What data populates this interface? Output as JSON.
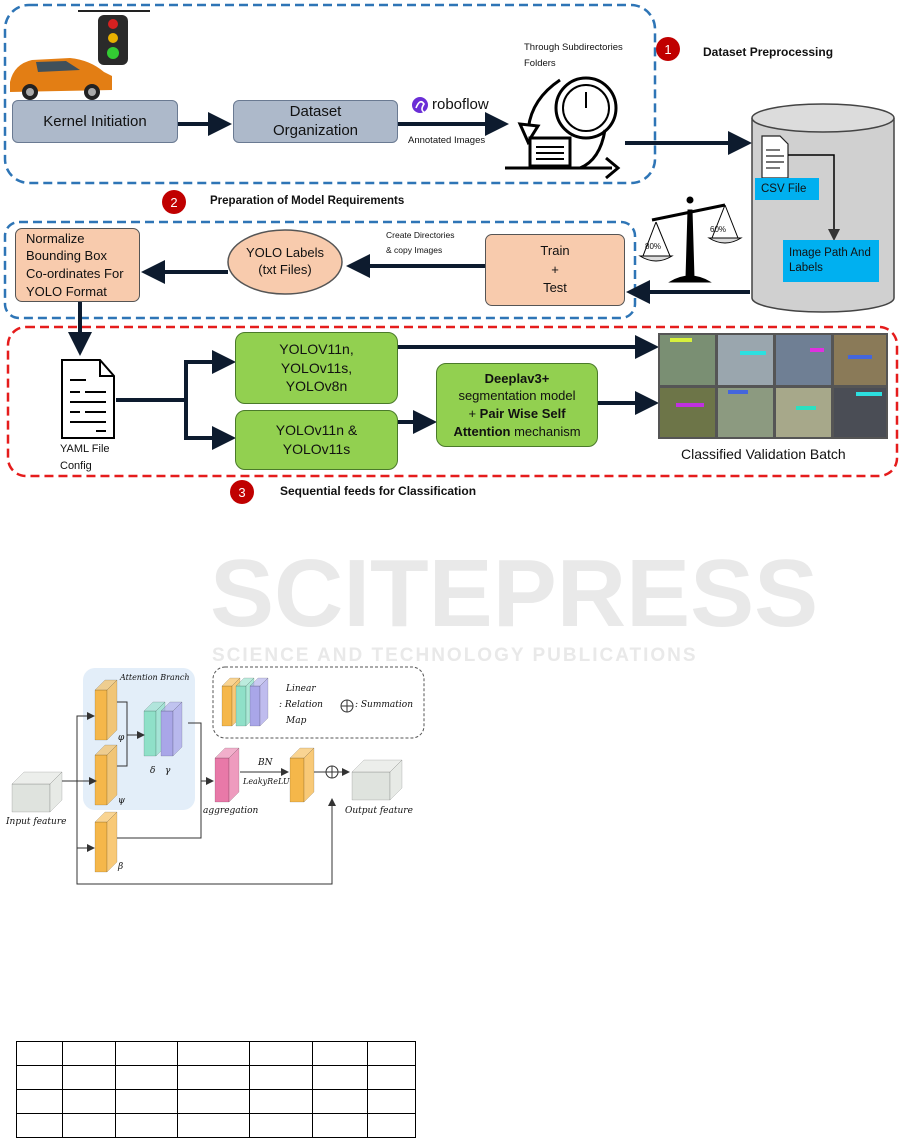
{
  "watermark": {
    "title": "SCITEPRESS",
    "subtitle": "SCIENCE AND TECHNOLOGY PUBLICATIONS"
  },
  "pipeline": {
    "stage1": {
      "number": "1",
      "title": "Dataset Preprocessing"
    },
    "stage2": {
      "number": "2",
      "title": "Preparation of Model Requirements"
    },
    "stage3": {
      "number": "3",
      "title": "Sequential feeds for Classification"
    },
    "kernel": "Kernel Initiation",
    "dataset_org_line1": "Dataset",
    "dataset_org_line2": "Organization",
    "roboflow": "roboflow",
    "annotated": "Annotated Images",
    "subdirs_line1": "Through Subdirectories",
    "subdirs_line2": "Folders",
    "csv": "CSV File",
    "image_path": "Image Path And Labels",
    "scale_left": "80%",
    "scale_right": "60%",
    "train_test": [
      "Train",
      "+",
      "Test"
    ],
    "create_dirs_line1": "Create Directories",
    "create_dirs_line2": "& copy Images",
    "yolo_labels_line1": "YOLO Labels",
    "yolo_labels_line2": "(txt Files)",
    "normalize": [
      "Normalize",
      "Bounding Box",
      "Co-ordinates For",
      "YOLO Format"
    ],
    "yaml_line1": "YAML File",
    "yaml_line2": "Config",
    "models_a": [
      "YOLOV11n,",
      "YOLOv11s,",
      "YOLOv8n"
    ],
    "models_b": [
      "YOLOv11n &",
      "YOLOv11s"
    ],
    "deeplab": {
      "bold1": "Deeplav3+",
      "line2": "segmentation model",
      "plus": "+ ",
      "bold3": "Pair Wise Self",
      "bold4": "Attention",
      "rest4": " mechanism"
    },
    "validation": "Classified Validation Batch"
  },
  "attention": {
    "branch": "Attention Branch",
    "phi": "φ",
    "psi": "ψ",
    "beta": "β",
    "delta": "δ",
    "gamma": "γ",
    "legend_line1": "Linear",
    "legend_line2": ": Relation",
    "legend_line3": "Map",
    "summation": ": Summation",
    "bn": "BN",
    "leaky": "LeakyReLU",
    "aggregation": "aggregation",
    "input": "Input feature",
    "output": "Output feature",
    "colors": {
      "orange": "#f5b74a",
      "teal": "#8fe0c8",
      "purple": "#a9a6e8",
      "pink": "#e879a8",
      "cube": "#dfe3de",
      "branch_bg": "#e3eef9"
    }
  },
  "table": {
    "rows": 4,
    "cols": 7
  }
}
